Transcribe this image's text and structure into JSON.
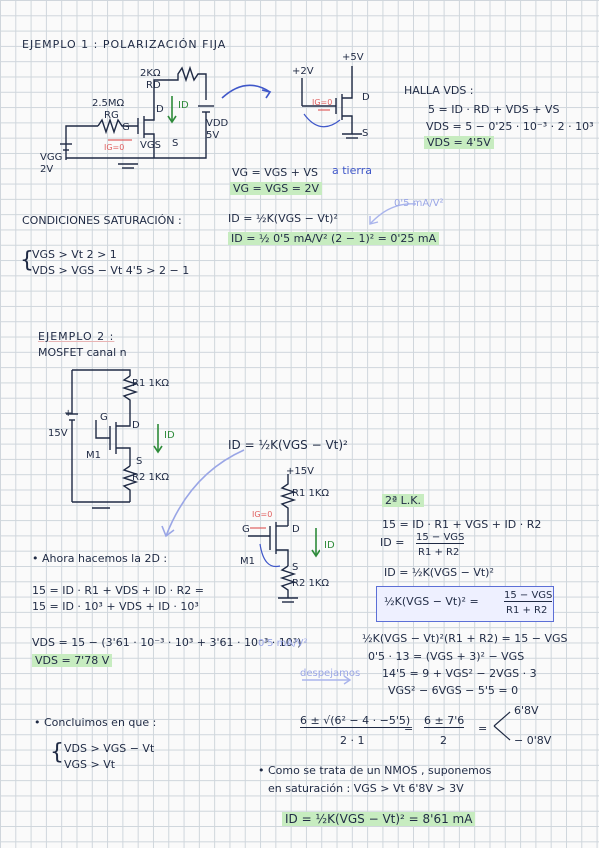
{
  "ex1": {
    "title": "EJEMPLO 1 :  POLARIZACIÓN FIJA",
    "labels": {
      "r2k": "2KΩ",
      "rd": "RD",
      "r25m": "2.5MΩ",
      "rg": "RG",
      "g": "G",
      "d": "D",
      "s": "S",
      "id": "ID",
      "ig0": "IG=0",
      "vgs": "VGS",
      "vdd": "VDD",
      "vdd_val": "5V",
      "vgg": "VGG",
      "vgg_val": "2V",
      "plus": "+",
      "minus": "−",
      "v2": "+2V",
      "v5": "+5V",
      "d2": "D",
      "s2": "S",
      "ig02": "IG=0"
    },
    "halla": "HALLA VDS :",
    "eq_vds1": "5 = ID · RD + VDS + VS",
    "eq_vds2": "VDS = 5 − 0'25 · 10⁻³ · 2 · 10³",
    "eq_vds3": "VDS = 4'5V",
    "vg1": "VG = VGS + VS",
    "vg1_note": "a tierra",
    "vg2": "VG = VGS = 2V",
    "cond_title": "CONDICIONES SATURACIÓN :",
    "cond1": "VGS > Vt     2 > 1",
    "cond2": "VDS > VGS − Vt     4'5 > 2 − 1",
    "id1": "ID = ½K(VGS − Vt)²",
    "id2": "ID = ½ 0'5 mA/V² (2 − 1)² = 0'25 mA",
    "unit_note": "0'5 mA/V²"
  },
  "ex2": {
    "title": "EJEMPLO 2 :",
    "subtitle": "MOSFET canal n",
    "labels": {
      "r1": "R1 1KΩ",
      "r2": "R2 1KΩ",
      "v15": "15V",
      "plus": "+",
      "g": "G",
      "d": "D",
      "s": "S",
      "m1": "M1",
      "id": "ID",
      "v15b": "+15V",
      "r1b": "R1 1KΩ",
      "r2b": "R2 1KΩ",
      "ig0": "IG=0",
      "gb": "G",
      "db": "D",
      "sb": "S",
      "m1b": "M1",
      "idb": "ID"
    },
    "id_formula": "ID = ½K(VGS − Vt)²",
    "lk2": "2ª L.K.",
    "lk_eq1": "15 = ID · R1 + VGS + ID · R2",
    "lk_eq2_l": "ID =",
    "lk_eq2_num": "15 − VGS",
    "lk_eq2_den": "R1 + R2",
    "lk_eq3": "ID = ½K(VGS − Vt)²",
    "box_l": "½K(VGS − Vt)² =",
    "box_num": "15 − VGS",
    "box_den": "R1 + R2",
    "ahora": "• Ahora hacemos la 2D :",
    "eq_a1": "15 = ID · R1 + VDS + ID · R2 =",
    "eq_a2": "15 = ID · 10³ + VDS + ID · 10³",
    "vds1": "VDS = 15 − (3'61 · 10⁻³ · 10³ + 3'61 · 10⁻³ · 10³)",
    "vds2": "VDS = 7'78 V",
    "unit_note": "0'5 mA/V²",
    "unit_note2": "despejamos",
    "q1": "½K(VGS − Vt)²(R1 + R2) = 15 − VGS",
    "q2": "0'5 · 13 = (VGS + 3)² − VGS",
    "q3": "14'5 = 9 + VGS² − 2VGS · 3",
    "q4": "VGS² − 6VGS − 5'5 = 0",
    "concl": "• Concluimos en que :",
    "c1": "VDS > VGS − Vt",
    "c2": "VGS > Vt",
    "sol_num": "6 ± √(6² − 4 · −5'5)",
    "sol_den": "2 · 1",
    "sol_mid_num": "6 ± 7'6",
    "sol_mid_den": "2",
    "root1": "6'8V",
    "root2": "− 0'8V",
    "nmos1": "• Como se trata de un NMOS , suponemos",
    "nmos2": "en saturación :  VGS > Vt   6'8V > 3V",
    "final": "ID = ½K(VGS − Vt)² = 8'61 mA"
  }
}
